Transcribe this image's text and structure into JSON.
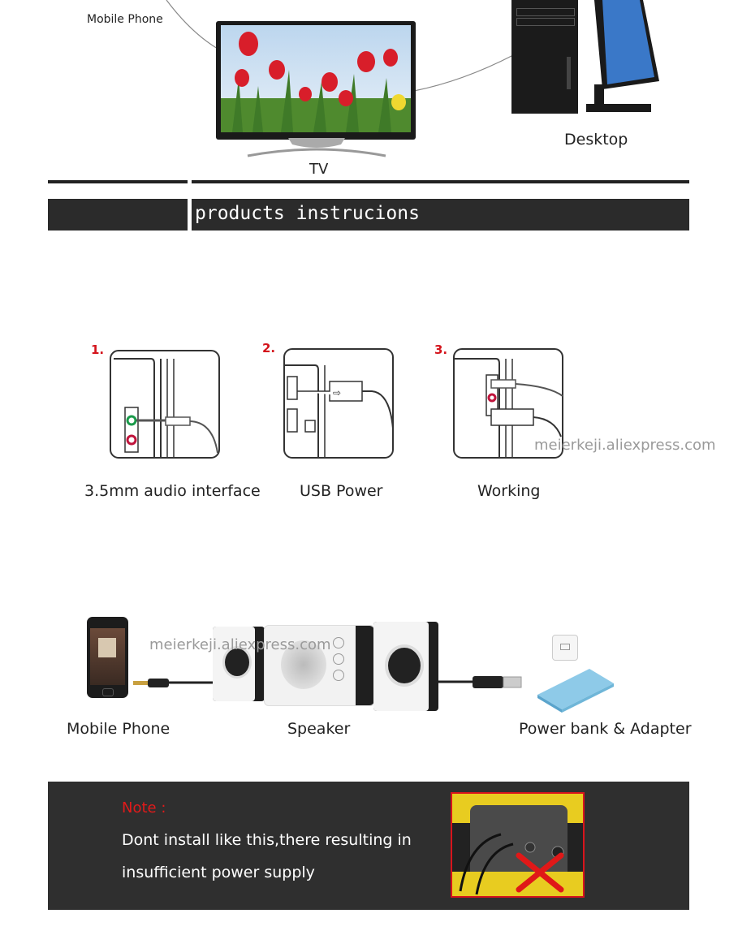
{
  "top": {
    "mobile_label": "Mobile Phone",
    "tv_label": "TV",
    "desktop_label": "Desktop"
  },
  "section": {
    "title": "products instrucions"
  },
  "steps": [
    {
      "number": "1.",
      "label": "3.5mm audio interface"
    },
    {
      "number": "2.",
      "label": "USB Power"
    },
    {
      "number": "3.",
      "label": "Working"
    }
  ],
  "watermark": "meierkeji.aliexpress.com",
  "connection": {
    "phone_label": "Mobile Phone",
    "speaker_label": "Speaker",
    "power_label": "Power bank & Adapter"
  },
  "note": {
    "heading": "Note :",
    "line1": "Dont install like this,there resulting in",
    "line2": "insufficient power supply"
  },
  "colors": {
    "bar": "#2b2b2b",
    "step_number": "#d4141c",
    "note_heading": "#e11a1a"
  }
}
